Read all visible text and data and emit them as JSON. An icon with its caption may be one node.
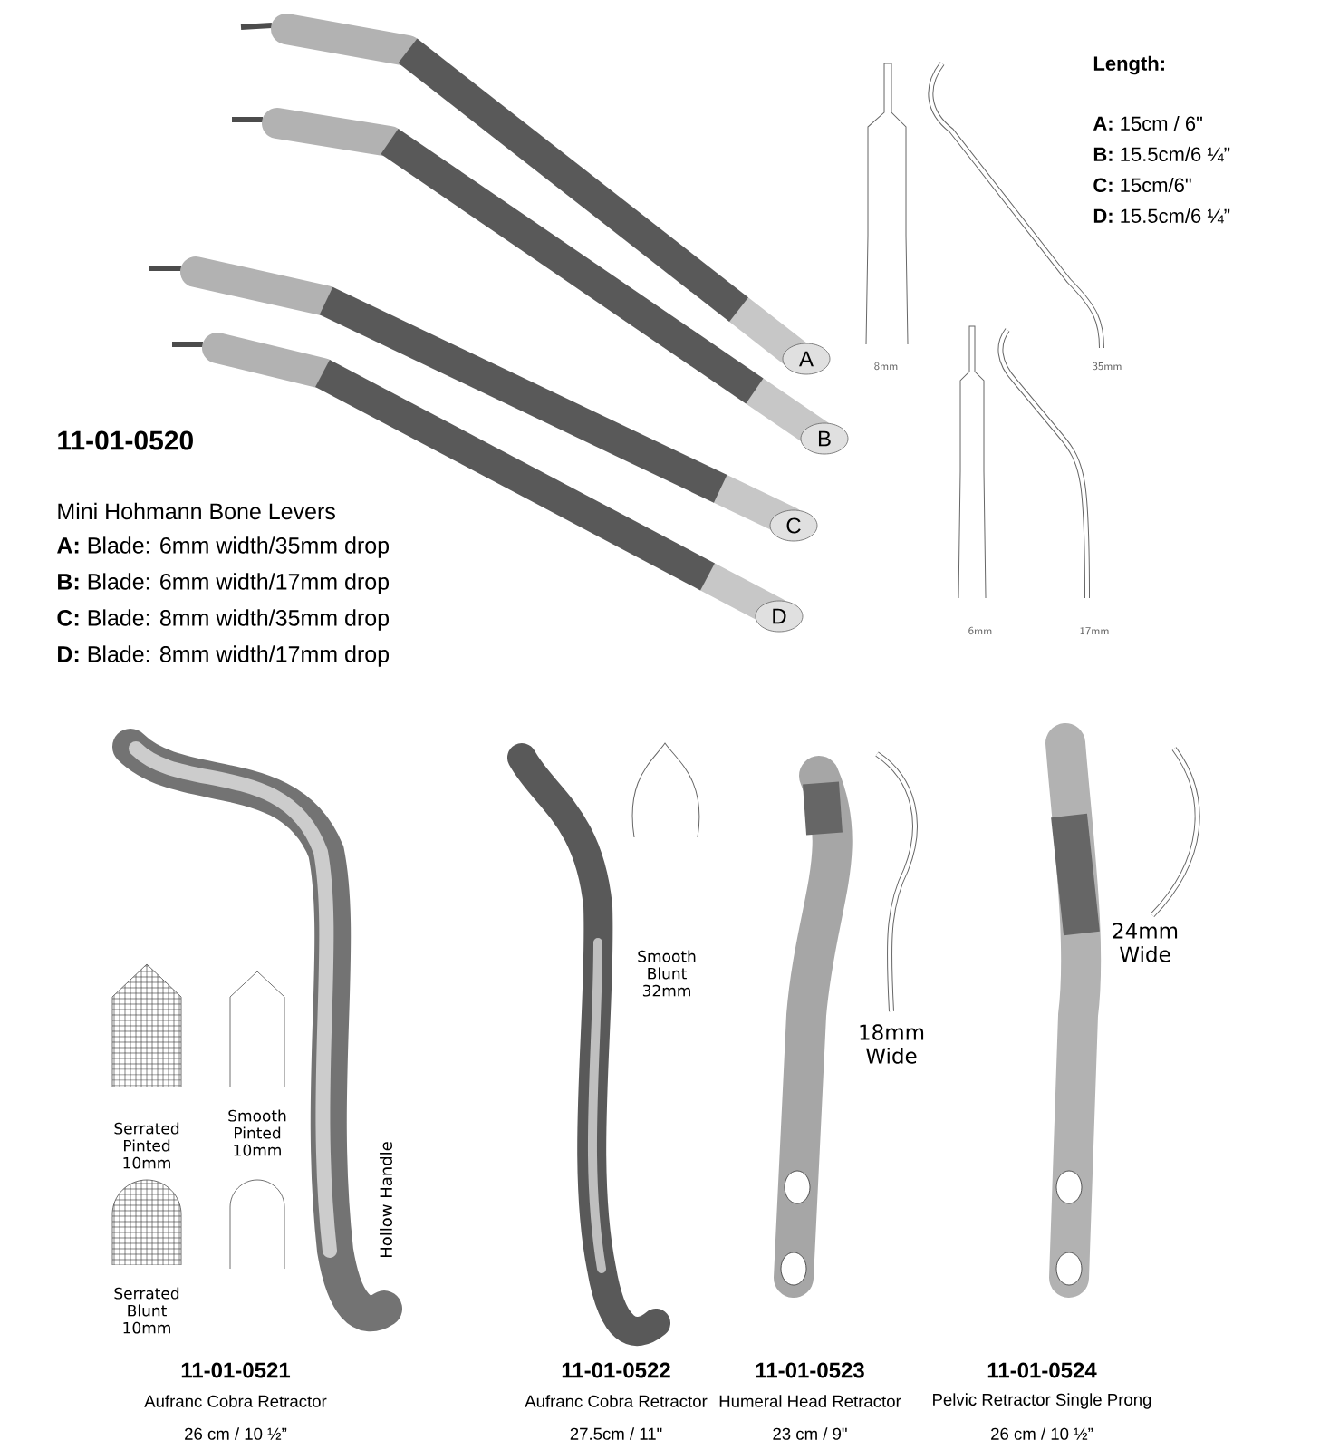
{
  "diagram": {
    "labels": [
      "A",
      "B",
      "C",
      "D",
      "Length:",
      "**A:** 15cm / 6\"",
      "**B:** 15.5cm/6 ¼”",
      "**C:** 15cm/6\"",
      "**D:** 15.5cm/6 ¼”",
      "8mm",
      "35mm",
      "6mm",
      "17mm",
      "11-01-0520",
      "Mini Hohmann Bone Levers",
      "**A:** Blade: 6mm width/35mm drop",
      "**B:** Blade: 6mm width/17mm drop",
      "**C:** Blade: 8mm width/35mm drop",
      "**D:** Blade: 8mm width/17mm drop",
      "Serrated Pinted 10mm",
      "Smooth Pinted 10mm",
      "Serrated Blunt 10mm",
      "Hollow Handle",
      "Smooth Blunt 32mm",
      "18mm Wide",
      "24mm Wide",
      "11-01-0521",
      "Aufranc Cobra Retractor",
      "26 cm / 10 ½”",
      "11-01-0522",
      "Aufranc Cobra Retractor",
      "27.5cm / 11\"",
      "11-01-0523",
      "Humeral Head Retractor",
      "23 cm / 9\"",
      "11-01-0524",
      "Pelvic Retractor Single Prong",
      "26 cm / 10 ½”"
    ]
  }
}
